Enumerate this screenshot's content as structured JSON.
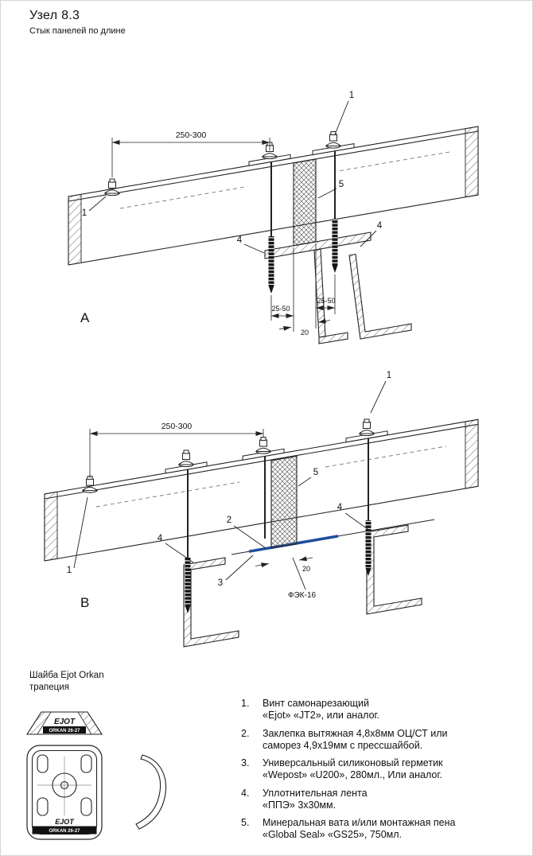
{
  "header": {
    "title": "Узел 8.3",
    "subtitle": "Стык панелей по длине"
  },
  "a": {
    "label": "А",
    "dim_top": "250-300",
    "dim_offset": "25-50",
    "dim_gap": "20",
    "c1": "1",
    "c4": "4",
    "c5": "5"
  },
  "b": {
    "label": "В",
    "dim_top": "250-300",
    "dim_gap": "20",
    "c1": "1",
    "c2": "2",
    "c3": "3",
    "c4": "4",
    "c5": "5",
    "backer": "ФЭК-16"
  },
  "washer": {
    "title": "Шайба Ejot Orkan",
    "subtitle": "трапеция",
    "brand": "EJOT",
    "model": "ORKAN 26-27"
  },
  "legend": {
    "items": [
      {
        "num": "1.",
        "text": "Винт самонарезающий\n«Ejot» «JT2», или аналог."
      },
      {
        "num": "2.",
        "text": "Заклепка вытяжная 4,8х8мм ОЦ/СТ или\nсаморез 4,9х19мм с прессшайбой."
      },
      {
        "num": "3.",
        "text": "Универсальный силиконовый герметик\n«Wepost» «U200», 280мл., Или аналог."
      },
      {
        "num": "4.",
        "text": "Уплотнительная лента\n«ППЭ» 3х30мм."
      },
      {
        "num": "5.",
        "text": "Минеральная вата и/или монтажная пена\n«Global Seal» «GS25», 750мл."
      }
    ]
  },
  "colors": {
    "sealant": "#1e4e9e"
  }
}
